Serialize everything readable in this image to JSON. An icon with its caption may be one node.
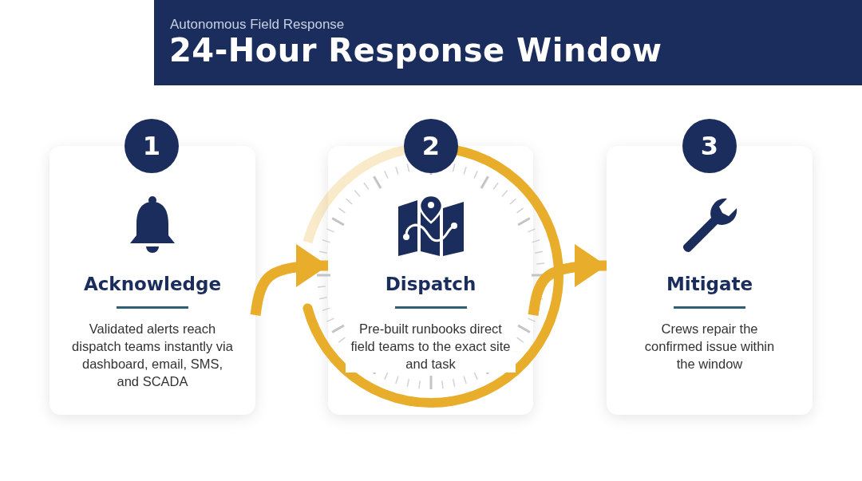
{
  "diagram": {
    "title": "24-Hour Response Window",
    "labels": [
      "Autonomous Field Response"
    ],
    "nodes": [
      {
        "text": [
          "1"
        ]
      },
      {
        "text": [
          "Acknowledge",
          "Validated alerts reach dispatch teams instantly via dashboard, email, SMS, and SCADA"
        ]
      },
      {
        "text": [
          "2"
        ]
      },
      {
        "text": [
          "Dispatch",
          "Pre-built runbooks direct field teams to the exact site and task"
        ]
      },
      {
        "text": [
          "3"
        ]
      },
      {
        "text": [
          "Mitigate",
          "Crews repair the confirmed issue within the window"
        ]
      }
    ],
    "edges": [
      {
        "from": 1,
        "to": 3,
        "arrow": "to"
      },
      {
        "from": 3,
        "to": 5,
        "arrow": "to"
      }
    ]
  }
}
